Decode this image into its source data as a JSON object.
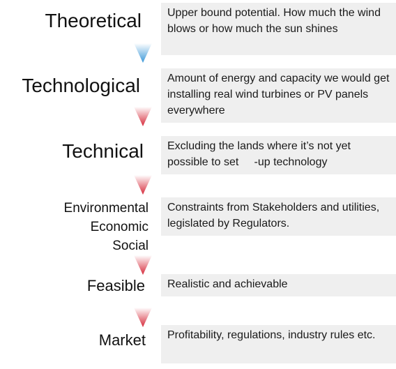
{
  "steps": [
    {
      "label": "Theoretical",
      "description": "Upper bound potential. How much the wind blows or how much the sun shines"
    },
    {
      "label": "Technological",
      "description": "Amount of energy and capacity we would get installing real wind turbines or PV panels everywhere"
    },
    {
      "label": "Technical",
      "description": "Excluding the lands where it’s not yet possible to set     -up technology"
    },
    {
      "label_lines": [
        "Environmental",
        "Economic",
        "Social"
      ],
      "description": "Constraints from Stakeholders and utilities, legislated by Regulators."
    },
    {
      "label": "Feasible",
      "description": "Realistic and achievable"
    },
    {
      "label": "Market",
      "description": "Profitability, regulations, industry rules etc."
    }
  ],
  "colors": {
    "first_arrow": "#4aa3df",
    "other_arrows": "#d62a3a",
    "box_background": "#efefef"
  },
  "icons": [
    "chevron-down-icon"
  ]
}
